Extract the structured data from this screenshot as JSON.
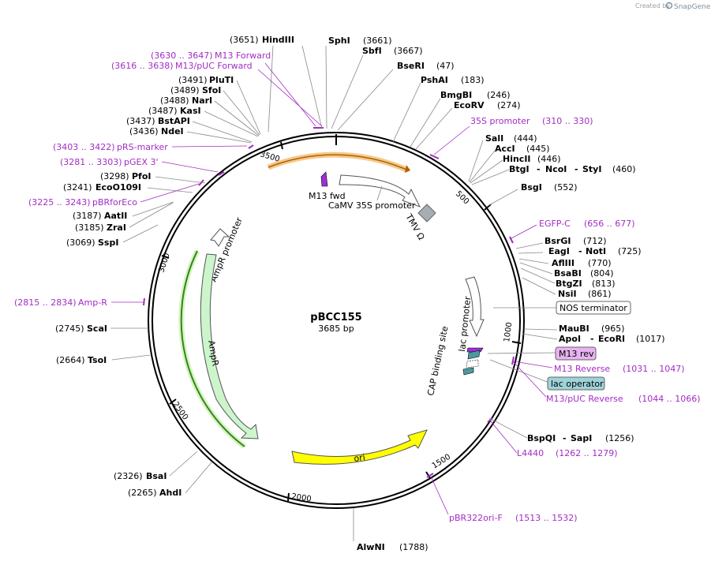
{
  "credit": {
    "prefix": "Created by",
    "brand": "SnapGene"
  },
  "plasmid": {
    "name": "pBCC155",
    "size": "3685 bp"
  },
  "ticks": [
    "500",
    "1000",
    "1500",
    "2000",
    "2500",
    "3000",
    "3500"
  ],
  "left_labels": [
    {
      "num": "(3651)",
      "enzyme": "HindIII"
    },
    {
      "num": "(3491)",
      "enzyme": "PluTI"
    },
    {
      "num": "(3489)",
      "enzyme": "SfoI"
    },
    {
      "num": "(3488)",
      "enzyme": "NarI"
    },
    {
      "num": "(3487)",
      "enzyme": "KasI"
    },
    {
      "num": "(3437)",
      "enzyme": "BstAPI"
    },
    {
      "num": "(3436)",
      "enzyme": "NdeI"
    },
    {
      "num": "(3298)",
      "enzyme": "PfoI"
    },
    {
      "num": "(3241)",
      "enzyme": "EcoO109I"
    },
    {
      "num": "(3187)",
      "enzyme": "AatII"
    },
    {
      "num": "(3185)",
      "enzyme": "ZraI"
    },
    {
      "num": "(3069)",
      "enzyme": "SspI"
    },
    {
      "num": "(2745)",
      "enzyme": "ScaI"
    },
    {
      "num": "(2664)",
      "enzyme": "TsoI"
    },
    {
      "num": "(2326)",
      "enzyme": "BsaI"
    },
    {
      "num": "(2265)",
      "enzyme": "AhdI"
    }
  ],
  "left_primers": [
    {
      "range": "(3630 .. 3647)",
      "name": "M13 Forward"
    },
    {
      "range": "(3616 .. 3638)",
      "name": "M13/pUC Forward"
    },
    {
      "range": "(3403 .. 3422)",
      "name": "pRS-marker"
    },
    {
      "range": "(3281 .. 3303)",
      "name": "pGEX 3'"
    },
    {
      "range": "(3225 .. 3243)",
      "name": "pBRforEco"
    },
    {
      "range": "(2815 .. 2834)",
      "name": "Amp-R"
    }
  ],
  "right_labels": [
    {
      "enzyme": "SphI",
      "num": "(3661)"
    },
    {
      "enzyme": "SbfI",
      "num": "(3667)"
    },
    {
      "enzyme": "BseRI",
      "num": "(47)"
    },
    {
      "enzyme": "PshAI",
      "num": "(183)"
    },
    {
      "enzyme": "BmgBI",
      "num": "(246)"
    },
    {
      "enzyme": "EcoRV",
      "num": "(274)"
    },
    {
      "enzyme": "SalI",
      "num": "(444)"
    },
    {
      "enzyme": "AccI",
      "num": "(445)"
    },
    {
      "enzyme": "HincII",
      "num": "(446)"
    },
    {
      "enzyme": "BtgI",
      "dash": "-",
      "enzyme2": "NcoI",
      "dash2": "-",
      "enzyme3": "StyI",
      "num": "(460)"
    },
    {
      "enzyme": "BsgI",
      "num": "(552)"
    },
    {
      "enzyme": "BsrGI",
      "num": "(712)"
    },
    {
      "enzyme": "EagI",
      "dash": "-",
      "enzyme2": "NotI",
      "num": "(725)"
    },
    {
      "enzyme": "AflIII",
      "num": "(770)"
    },
    {
      "enzyme": "BsaBI",
      "num": "(804)"
    },
    {
      "enzyme": "BtgZI",
      "num": "(813)"
    },
    {
      "enzyme": "NsiI",
      "num": "(861)"
    },
    {
      "enzyme": "MauBI",
      "num": "(965)"
    },
    {
      "enzyme": "ApoI",
      "dash": "-",
      "enzyme2": "EcoRI",
      "num": "(1017)"
    },
    {
      "enzyme": "BspQI",
      "dash": "-",
      "enzyme2": "SapI",
      "num": "(1256)"
    },
    {
      "enzyme": "AlwNI",
      "num": "(1788)"
    }
  ],
  "right_primers": [
    {
      "name": "35S promoter",
      "range": "(310 .. 330)"
    },
    {
      "name": "EGFP-C",
      "range": "(656 .. 677)"
    },
    {
      "name": "M13 Reverse",
      "range": "(1031 .. 1047)"
    },
    {
      "name": "M13/pUC Reverse",
      "range": "(1044 .. 1066)"
    },
    {
      "name": "L4440",
      "range": "(1262 .. 1279)"
    },
    {
      "name": "pBR322ori-F",
      "range": "(1513 .. 1532)"
    }
  ],
  "boxed_labels": {
    "nos": "NOS terminator",
    "m13rev": "M13 rev",
    "lacop": "lac operator"
  },
  "features": {
    "m13fwd": "M13 fwd",
    "camv": "CaMV 35S promoter",
    "tmv": "TMV  Ω",
    "ampr_promoter": "AmpR promoter",
    "ampr": "AmpR",
    "ori": "ori",
    "lac_promoter": "lac promoter",
    "cap_site": "CAP binding site"
  },
  "colors": {
    "primer": "#a32cc4",
    "ampr_fill": "#ccf5cc",
    "ori_fill": "#ffff00",
    "m13rev_fill": "#e8b3f0",
    "lacop_fill": "#9ed3d9",
    "backbone": "#000000"
  }
}
